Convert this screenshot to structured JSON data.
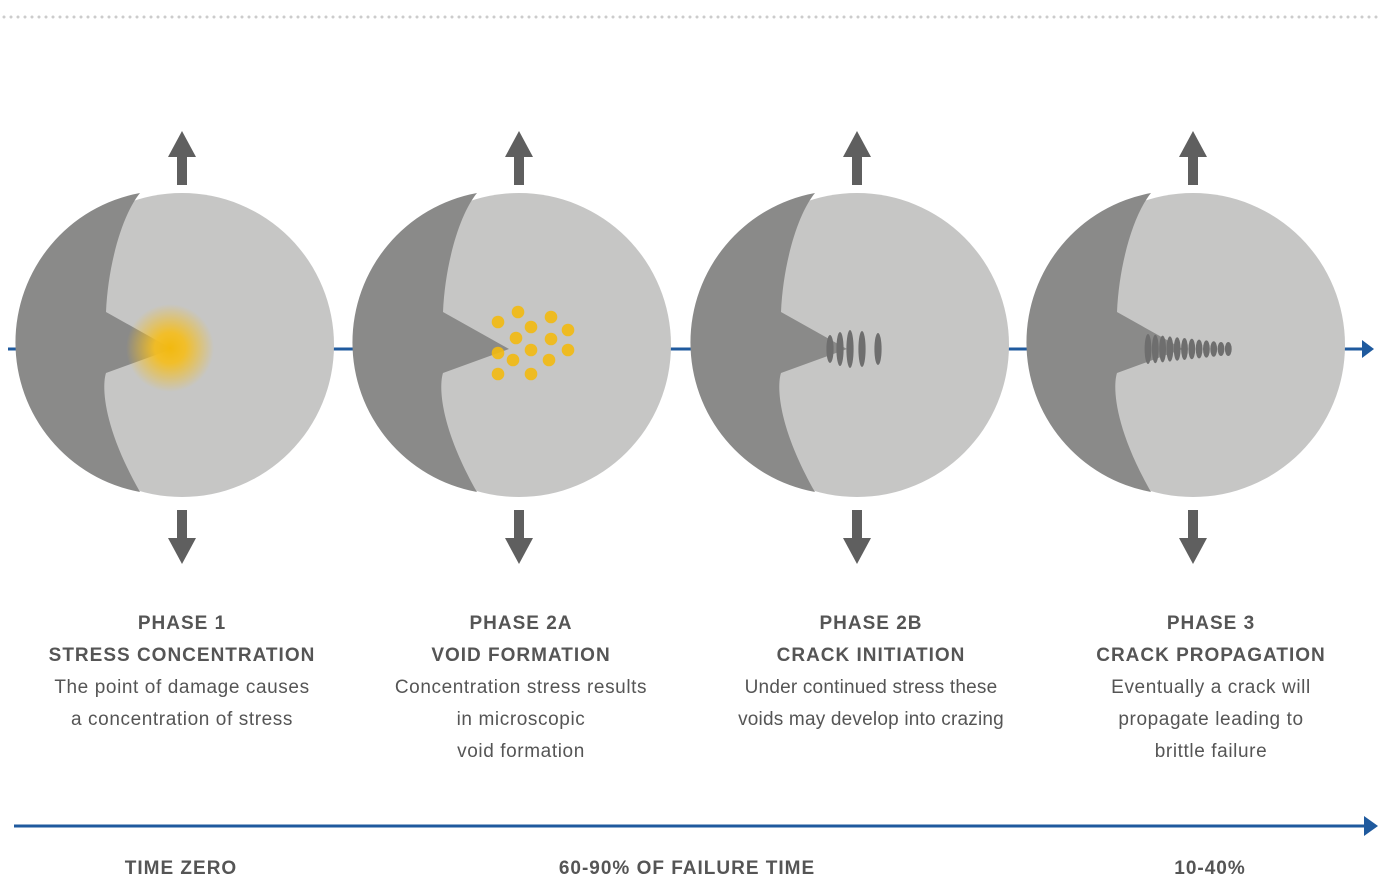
{
  "colors": {
    "accent_blue": "#1f5a9e",
    "arrow_gray": "#5f5f5f",
    "circle_light": "#c6c6c5",
    "circle_dark": "#8a8a89",
    "stress_yellow": "#f2b90f",
    "text_gray": "#555555",
    "dotted_border": "#cccccc"
  },
  "phases": [
    {
      "title1": "PHASE 1",
      "title2": "STRESS CONCENTRATION",
      "desc": [
        "The point of damage causes",
        "a concentration of stress"
      ],
      "visual": "stress-glow"
    },
    {
      "title1": "PHASE 2A",
      "title2": "VOID FORMATION",
      "desc": [
        "Concentration stress results",
        "in microscopic",
        "void formation"
      ],
      "visual": "voids"
    },
    {
      "title1": "PHASE 2B",
      "title2": "CRACK INITIATION",
      "desc": [
        "Under continued stress these",
        "voids may develop into crazing"
      ],
      "visual": "crazing"
    },
    {
      "title1": "PHASE 3",
      "title2": "CRACK PROPAGATION",
      "desc": [
        "Eventually a crack will",
        "propagate leading to",
        "brittle failure"
      ],
      "visual": "crack"
    }
  ],
  "timeline": {
    "time_zero": "TIME ZERO",
    "middle": "60-90% OF FAILURE TIME",
    "end": "10-40%"
  }
}
